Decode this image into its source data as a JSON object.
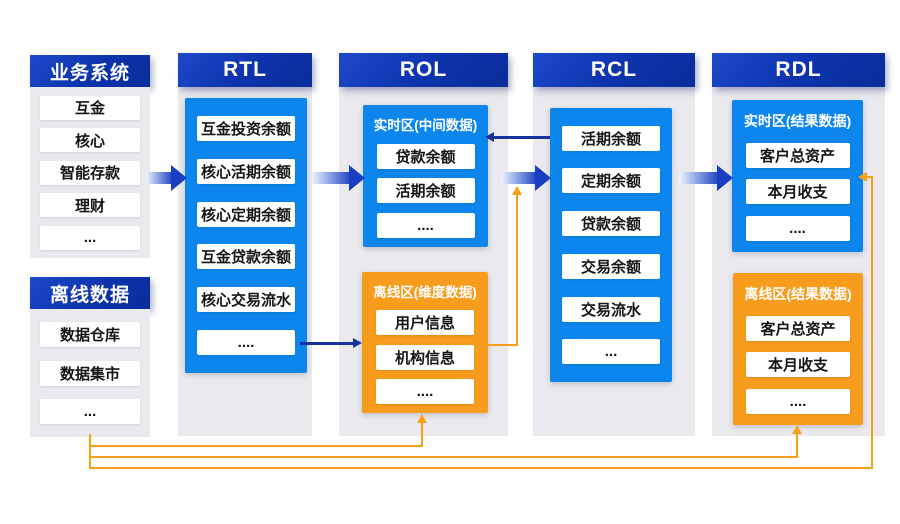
{
  "colors": {
    "header_blue": "#0d33ab",
    "box_blue": "#0c86ec",
    "box_orange": "#F89C1D",
    "column_gray": "#e9e9ee",
    "connector_orange": "#F9A01B",
    "connector_navy": "#16339f",
    "arrow_dark": "#1a3ec0"
  },
  "left_panels": [
    {
      "title": "业务系统",
      "items": [
        "互金",
        "核心",
        "智能存款",
        "理财",
        "..."
      ]
    },
    {
      "title": "离线数据",
      "items": [
        "数据仓库",
        "数据集市",
        "..."
      ]
    }
  ],
  "columns": [
    {
      "title": "RTL",
      "boxes": [
        {
          "style": "blue",
          "items": [
            "互金投资余额",
            "核心活期余额",
            "核心定期余额",
            "互金贷款余额",
            "核心交易流水",
            "...."
          ]
        }
      ]
    },
    {
      "title": "ROL",
      "boxes": [
        {
          "style": "blue",
          "title": "实时区(中间数据)",
          "items": [
            "贷款余额",
            "活期余额",
            "...."
          ]
        },
        {
          "style": "orange",
          "title": "离线区(维度数据)",
          "items": [
            "用户信息",
            "机构信息",
            "...."
          ]
        }
      ]
    },
    {
      "title": "RCL",
      "boxes": [
        {
          "style": "blue",
          "items": [
            "活期余额",
            "定期余额",
            "贷款余额",
            "交易余额",
            "交易流水",
            "..."
          ]
        }
      ]
    },
    {
      "title": "RDL",
      "boxes": [
        {
          "style": "blue",
          "title": "实时区(结果数据)",
          "items": [
            "客户总资产",
            "本月收支",
            "...."
          ]
        },
        {
          "style": "orange",
          "title": "离线区(结果数据)",
          "items": [
            "客户总资产",
            "本月收支",
            "...."
          ]
        }
      ]
    }
  ]
}
